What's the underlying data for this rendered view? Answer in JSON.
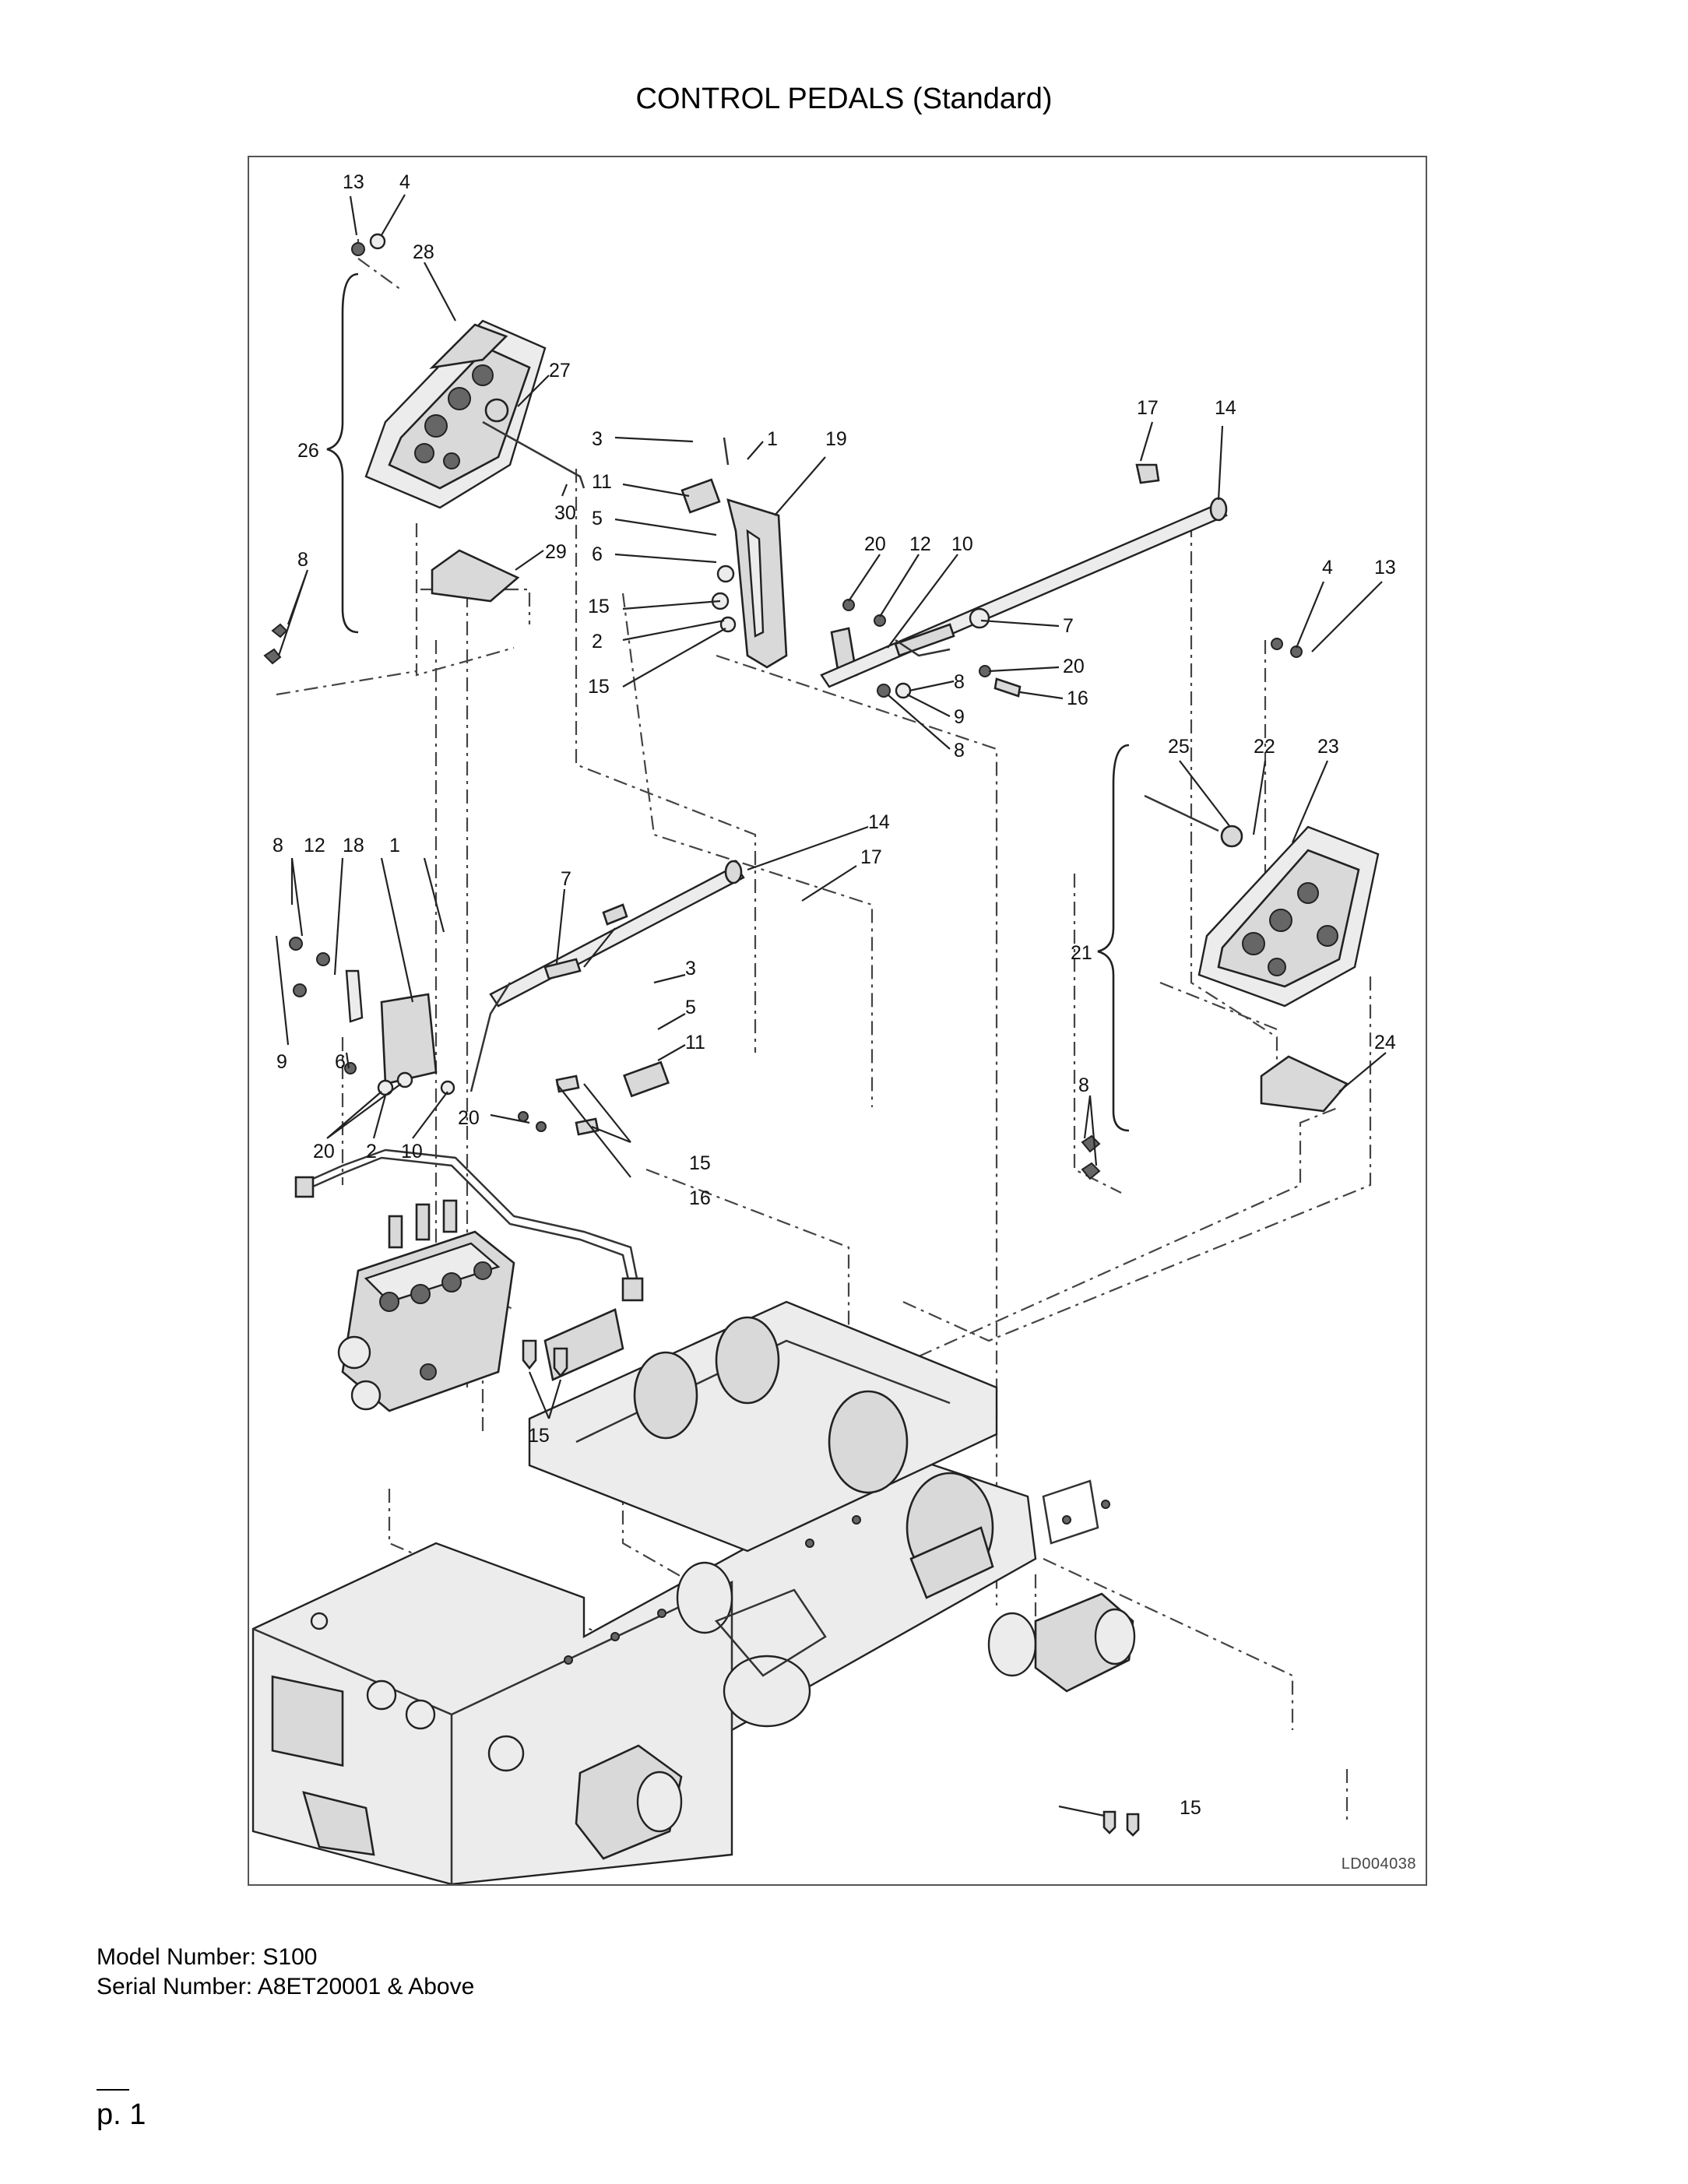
{
  "page": {
    "title": "CONTROL PEDALS (Standard)",
    "model_number": "Model Number: S100",
    "serial_number": "Serial Number: A8ET20001 & Above",
    "page_number": "p. 1"
  },
  "diagram": {
    "drawing_code": "LD004038",
    "callouts": [
      "1",
      "2",
      "3",
      "4",
      "5",
      "6",
      "7",
      "8",
      "9",
      "10",
      "11",
      "12",
      "13",
      "14",
      "15",
      "16",
      "17",
      "18",
      "19",
      "20",
      "21",
      "22",
      "23",
      "24",
      "25",
      "26",
      "27",
      "28",
      "29",
      "30"
    ]
  }
}
